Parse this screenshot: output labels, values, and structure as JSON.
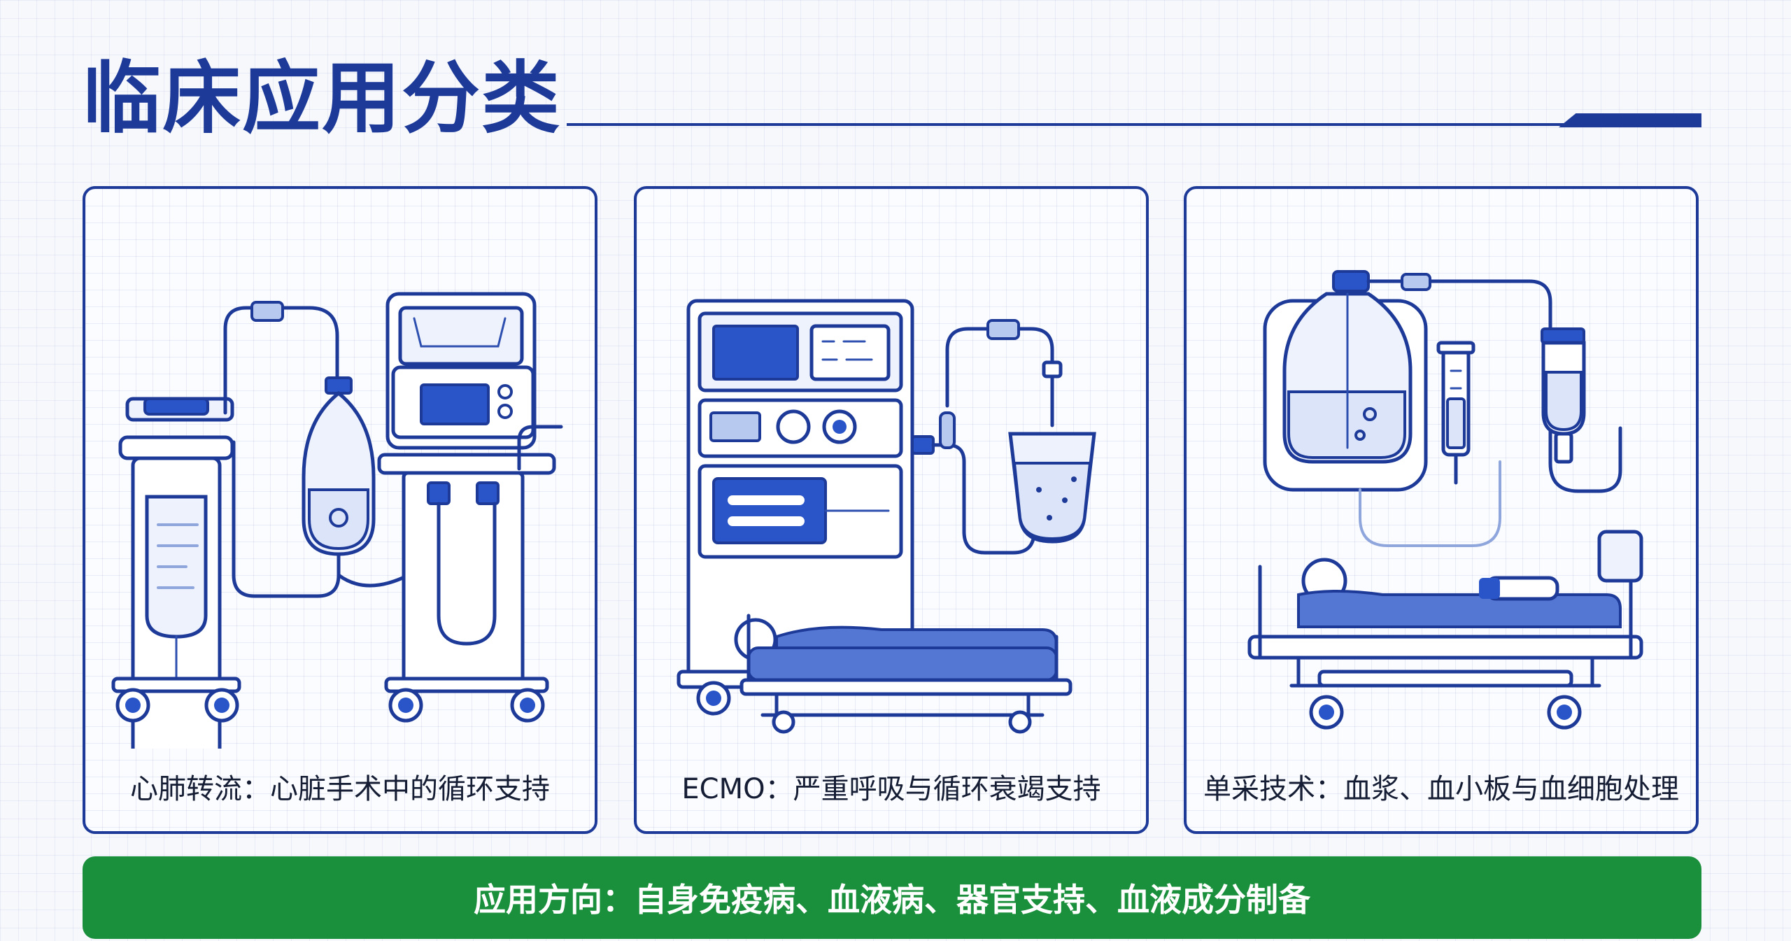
{
  "header": {
    "title": "临床应用分类"
  },
  "cards": [
    {
      "caption": "心肺转流：心脏手术中的循环支持",
      "illustration": "cardiopulmonary-bypass-machine-icon"
    },
    {
      "caption": "ECMO：严重呼吸与循环衰竭支持",
      "illustration": "ecmo-machine-with-patient-icon"
    },
    {
      "caption": "单采技术：血浆、血小板与血细胞处理",
      "illustration": "apheresis-setup-with-patient-bed-icon"
    }
  ],
  "banner": {
    "text": "应用方向：自身免疫病、血液病、器官支持、血液成分制备"
  },
  "colors": {
    "primary_blue": "#1d3a99",
    "accent_blue": "#2a55c8",
    "banner_green": "#1a8f3c",
    "background": "#f6f8fc"
  }
}
